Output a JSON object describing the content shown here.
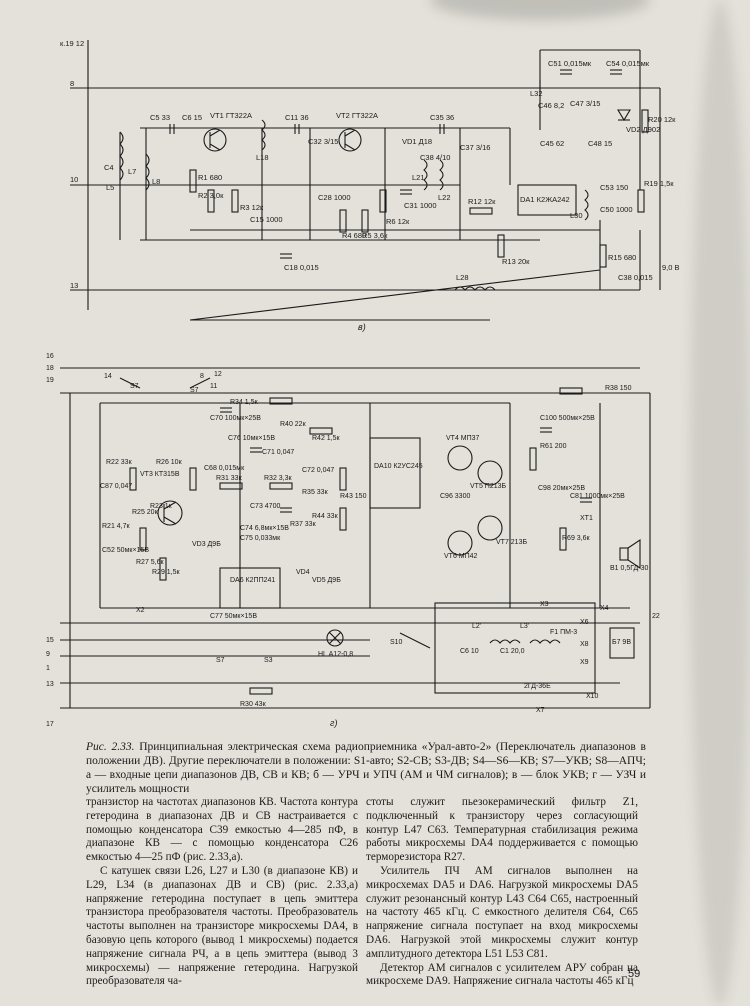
{
  "caption": {
    "figure": "Рис. 2.33.",
    "text": " Принципиальная электрическая схема радиоприемника «Урал-авто-2» (Переключатель диапазонов в положении ДВ). Другие переключатели в положении: S1-авто; S2-СВ; S3-ДВ; S4—S6—КВ; S7—УКВ; S8—АПЧ; а — входные цепи диапазонов ДВ, СВ и КВ; б — УРЧ и УПЧ (АМ и ЧМ сигналов); в — блок УКВ; г — УЗЧ и усилитель мощности"
  },
  "left_column": [
    "транзистор на частотах диапазонов КВ. Частота контура гетеродина в диапазонах ДВ и СВ настраивается с помощью конденсатора С39 емкостью 4—285 пФ, в диапазоне КВ — с помощью конденсатора С26 емкостью 4—25 пФ (рис. 2.33,а).",
    "С катушек связи L26, L27 и L30 (в диапазоне КВ) и L29, L34 (в диапазонах ДВ и СВ) (рис. 2.33,а) напряжение гетеродина поступает в цепь эмиттера транзистора преобразователя частоты. Преобразователь частоты выполнен на транзисторе микросхемы DA4, в базовую цепь которого (вывод 1 микросхемы) подается напряжение сигнала РЧ, а в цепь эмиттера (вывод 3 микросхемы) — напряжение гетеродина. Нагрузкой преобразователя ча-"
  ],
  "right_column": [
    "стоты служит пьезокерамический фильтр Z1, подключенный к транзистору через согласующий контур L47 С63. Температурная стабилизация режима работы микросхемы DA4 поддерживается с помощью терморезистора R27.",
    "Усилитель ПЧ АМ сигналов выполнен на микросхемах DA5 и DA6. Нагрузкой микросхемы DA5 служит резонансный контур L43 С64 С65, настроенный на частоту 465 кГц. С емкостного делителя С64, С65 напряжение сигнала поступает на вход микросхемы DA6. Нагрузкой этой микросхемы служит контур амплитудного детектора L51 L53 С81.",
    "Детектор АМ сигналов с усилителем АРУ собран на микросхеме DA9. Напряжение сигнала частоты 465 кГц"
  ],
  "page_number": "59",
  "schematic_top": {
    "sublabel": "в)",
    "labels": [
      "к.19 12",
      "8",
      "10",
      "13",
      "C5 33",
      "C6 15",
      "VT1 ГТ322А",
      "C11 36",
      "VT2 ГТ322А",
      "C32 3/15",
      "C35 36",
      "C4",
      "L7",
      "L8",
      "L5",
      "R1 680",
      "R2 3,0к",
      "L18",
      "R3 12к",
      "C15 1000",
      "C28 1000",
      "VD1 Д18",
      "R4 680",
      "R5 3,6к",
      "R6 12к",
      "C31 1000",
      "L21",
      "L22",
      "C37 3/16",
      "C38 4/10",
      "R12 12к",
      "C18 0,015",
      "R13 20к",
      "L28",
      "DA1 К2ЖА242",
      "C51 0,015мк",
      "C54 0,015мк",
      "VD2 Д902",
      "R20 12к",
      "C46 8,2",
      "C47 3/15",
      "C45 62",
      "C48 15",
      "C53 150",
      "L30",
      "C50 1000",
      "R19 1,5к",
      "R15 680",
      "C38 0,015",
      "9,0 В",
      "L32"
    ],
    "colors": {
      "ink": "#1a1a1a"
    }
  },
  "schematic_bottom": {
    "sublabel": "г)",
    "labels": [
      "16",
      "18",
      "19",
      "14",
      "S7",
      "8",
      "11",
      "12",
      "S7",
      "R34 1,5к",
      "R38 150",
      "C70 100мк×25В",
      "R40 22к",
      "R42 1,5к",
      "C76 10мк×15В",
      "C71 0,047",
      "R22 33к",
      "R26 10к",
      "C68 0,015мк",
      "C72 0,047",
      "R31 33к",
      "R32 3,3к",
      "R35 33к",
      "R43 150",
      "DA10 К2УС245",
      "VT4 МП37",
      "VT5 П213Б",
      "C96 3300",
      "VT6 МП42",
      "VT7 213Б",
      "C100 500мк×25В",
      "R61 200",
      "C98 20мк×25В",
      "C87 0,047",
      "VT3 КТ315В",
      "R23 1к",
      "C73 4700",
      "C74 6,8мк×15В",
      "C75 0,033мк",
      "R37 33к",
      "R44 33к",
      "C81 1000мк×25В",
      "XT1",
      "B1 0,5ГД-30",
      "R69 3,6к",
      "R25 20к",
      "R21 4,7к",
      "C52 50мк×15В",
      "R27 5,6к",
      "R29 1,5к",
      "DA6 К2ПП241",
      "VD3 Д9Б",
      "VD4",
      "VD5 Д9Б",
      "C77 50мк×15В",
      "X2",
      "X3",
      "X4",
      "X6",
      "X8",
      "X9",
      "X10",
      "X7",
      "HL А12-0,8",
      "S10",
      "S3",
      "S7",
      "R30 43к",
      "Б7 9В",
      "2ГД-36Е",
      "L2'",
      "L3'",
      "C6 10",
      "C1 20,0",
      "F1 ПМ-3",
      "17",
      "22",
      "1",
      "13",
      "15",
      "9"
    ],
    "colors": {
      "ink": "#1a1a1a"
    }
  }
}
